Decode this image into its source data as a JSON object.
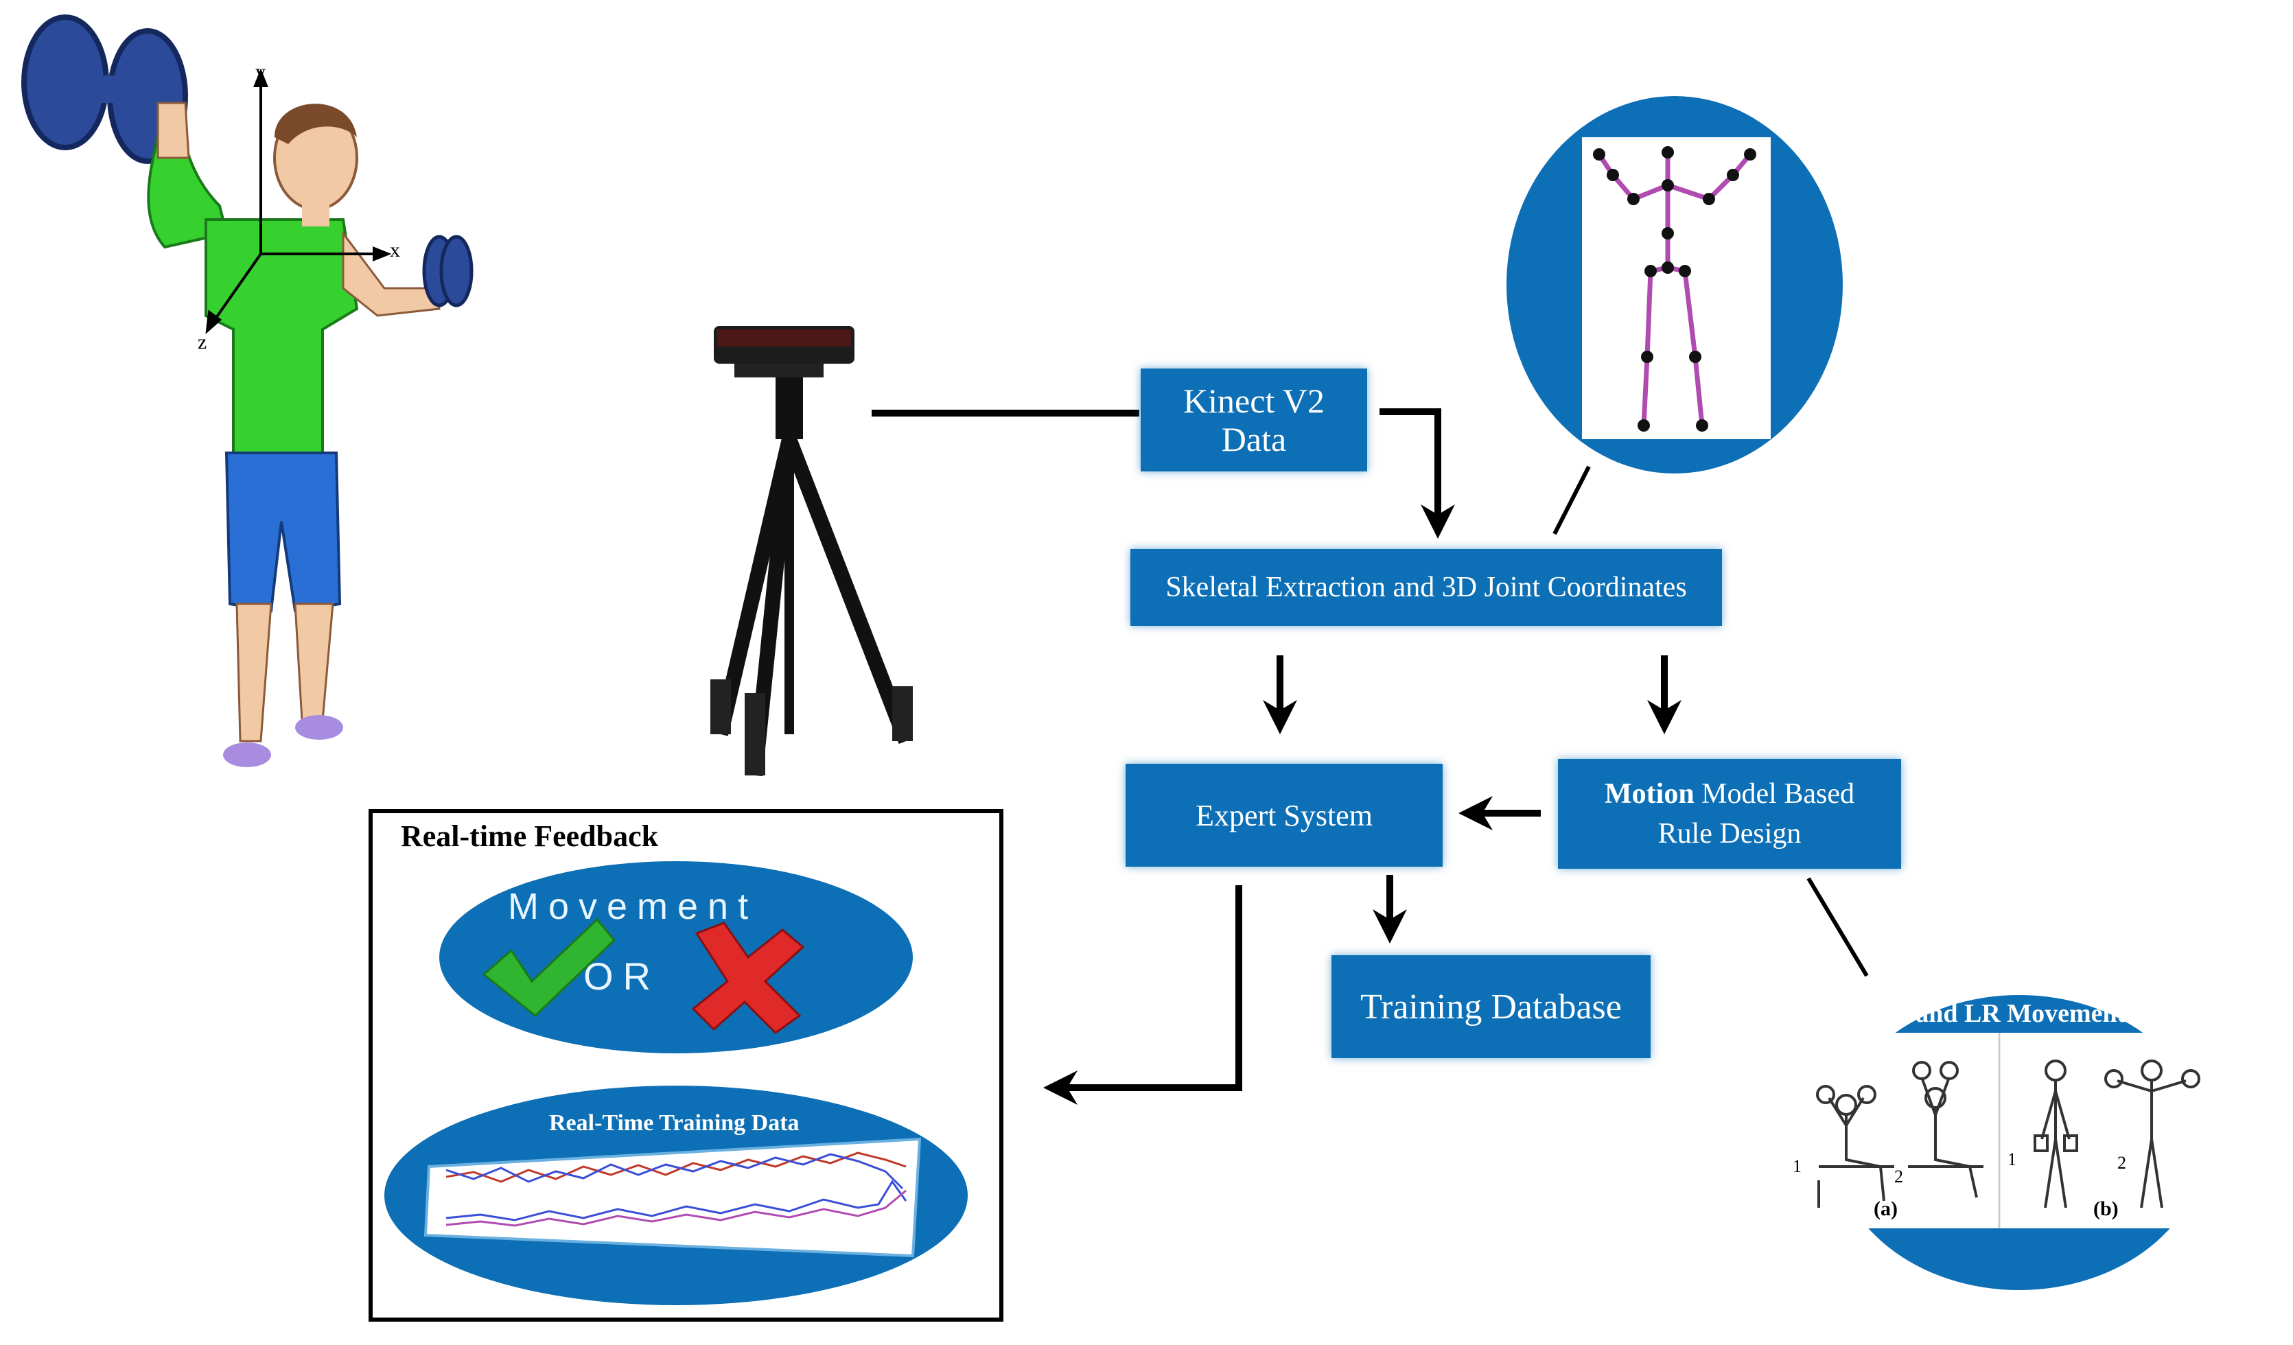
{
  "nodes": {
    "kinect": {
      "line1": "Kinect V2",
      "line2": "Data"
    },
    "skeletal": "Skeletal Extraction and 3D Joint Coordinates",
    "expert": "Expert System",
    "motion": {
      "bold": "Motion",
      "rest": " Model Based",
      "line2": "Rule Design"
    },
    "training": "Training Database"
  },
  "feedback": {
    "title": "Real-time Feedback",
    "movement": "Movement",
    "or": "OR",
    "realtime_data": "Real-Time Training Data"
  },
  "dsp": {
    "title": "DSP and LR Movements",
    "label_a": "(a)",
    "label_b": "(b)",
    "step1": "1",
    "step2": "2"
  },
  "axes": {
    "x": "x",
    "y": "y",
    "z": "z"
  },
  "colors": {
    "box_blue": "#0d6fb5",
    "shirt_green": "#36d12e",
    "shorts_blue": "#2a6fd6",
    "skeleton_purple": "#b04bb0",
    "check_green": "#2fb52f",
    "cross_red": "#e02a2a"
  },
  "icons": [
    "athlete-figure",
    "kinect-tripod",
    "skeleton-figure",
    "check-icon",
    "cross-icon",
    "line-chart-thumbnail",
    "exercise-sketches"
  ]
}
